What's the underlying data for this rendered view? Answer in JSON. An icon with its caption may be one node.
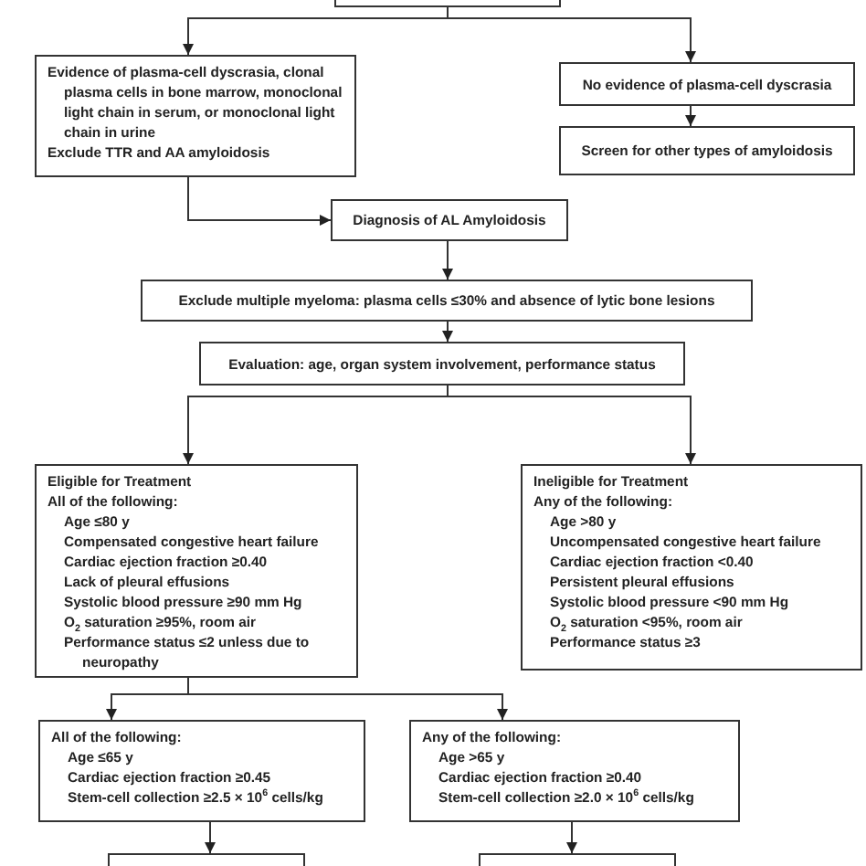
{
  "diagram": {
    "nodes": [
      {
        "text": [],
        "shape": "box"
      },
      {
        "text": [
          "Evidence of plasma-cell dyscrasia, clonal plasma cells in bone marrow, monoclonal light chain in serum, or monoclonal light chain in urine",
          "Exclude TTR and AA amyloidosis"
        ]
      },
      {
        "text": [
          "No evidence of plasma-cell dyscrasia"
        ]
      },
      {
        "text": [
          "Screen for other types of amyloidosis"
        ]
      },
      {
        "text": [
          "Diagnosis of AL Amyloidosis"
        ]
      },
      {
        "text": [
          "Exclude multiple myeloma: plasma cells ≤30% and absence of lytic bone lesions"
        ]
      },
      {
        "text": [
          "Evaluation: age, organ system involvement, performance status"
        ]
      },
      {
        "text": [
          "Eligible for Treatment",
          "All of the following:",
          "Age ≤80 y",
          "Compensated congestive heart failure",
          "Cardiac ejection fraction ≥0.40",
          "Lack of pleural effusions",
          "Systolic blood pressure ≥90 mm Hg",
          "O$_{2}$ saturation ≥95%, room air",
          "Performance status ≤2 unless due to neuropathy"
        ]
      },
      {
        "text": [
          "Ineligible for Treatment",
          "Any of the following:",
          "Age >80 y",
          "Uncompensated congestive heart failure",
          "Cardiac ejection fraction <0.40",
          "Persistent pleural effusions",
          "Systolic blood pressure <90 mm Hg",
          "O$_{2}$ saturation <95%, room air",
          "Performance status ≥3"
        ]
      },
      {
        "text": [
          "All of the following:",
          "Age ≤65 y",
          "Cardiac ejection fraction ≥0.45",
          "Stem-cell collection ≥2.5 × 10$^{6}$ cells/kg"
        ]
      },
      {
        "text": [
          "Any of the following:",
          "Age >65 y",
          "Cardiac ejection fraction ≥0.40",
          "Stem-cell collection ≥2.0 × 10$^{6}$ cells/kg"
        ]
      },
      {
        "text": [],
        "shape": "box"
      },
      {
        "text": [],
        "shape": "box"
      }
    ],
    "edges": [
      {
        "from": 0,
        "to": 1,
        "arrow": "to"
      },
      {
        "from": 0,
        "to": 2,
        "arrow": "to"
      },
      {
        "from": 2,
        "to": 3,
        "arrow": "to"
      },
      {
        "from": 1,
        "to": 4,
        "arrow": "to"
      },
      {
        "from": 4,
        "to": 5,
        "arrow": "to"
      },
      {
        "from": 5,
        "to": 6,
        "arrow": "to"
      },
      {
        "from": 6,
        "to": 7,
        "arrow": "to"
      },
      {
        "from": 6,
        "to": 8,
        "arrow": "to"
      },
      {
        "from": 7,
        "to": 9,
        "arrow": "to"
      },
      {
        "from": 7,
        "to": 10,
        "arrow": "to"
      },
      {
        "from": 9,
        "to": 11,
        "arrow": "to"
      },
      {
        "from": 10,
        "to": 12,
        "arrow": "to"
      }
    ]
  }
}
